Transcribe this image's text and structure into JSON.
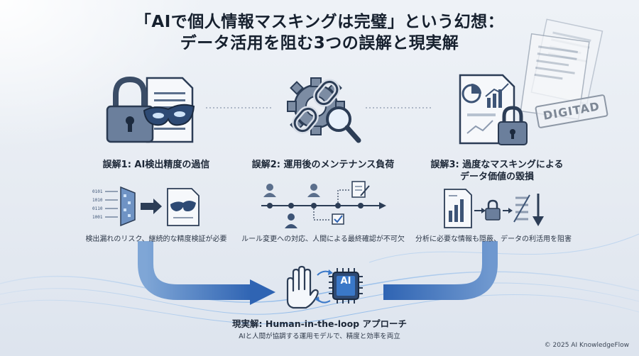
{
  "title": {
    "line1": "「AIで個人情報マスキングは完璧」という幻想：",
    "line2": "データ活用を阻む3つの誤解と現実解"
  },
  "stamp_text": "DIGITAD",
  "errors": [
    {
      "title": "誤解1: AI検出精度の過信",
      "desc": "検出漏れのリスク、継続的な精度検証が必要",
      "icons": [
        "padlock-icon",
        "mask-icon",
        "document-icon"
      ]
    },
    {
      "title": "誤解2: 運用後のメンテナンス負荷",
      "desc": "ルール変更への対応、人間による最終確認が不可欠",
      "icons": [
        "gear-icon",
        "broken-chain-icon",
        "magnifier-icon"
      ]
    },
    {
      "title_line1": "誤解3: 過度なマスキングによる",
      "title_line2": "データ価値の毀損",
      "desc": "分析に必要な情報も隠蔽、データの利活用を阻害",
      "icons": [
        "chart-document-icon",
        "padlock-icon"
      ]
    }
  ],
  "solution": {
    "title": "現実解: Human-in-the-loop アプローチ",
    "desc": "AIと人間が協調する運用モデルで、精度と効率を両立",
    "chip_label": "AI"
  },
  "copyright": "© 2025 AI KnowledgeFlow",
  "colors": {
    "navy": "#243650",
    "steel": "#5b6f8c",
    "light_blue": "#9fc3ea",
    "accent_blue": "#3a78c8"
  }
}
